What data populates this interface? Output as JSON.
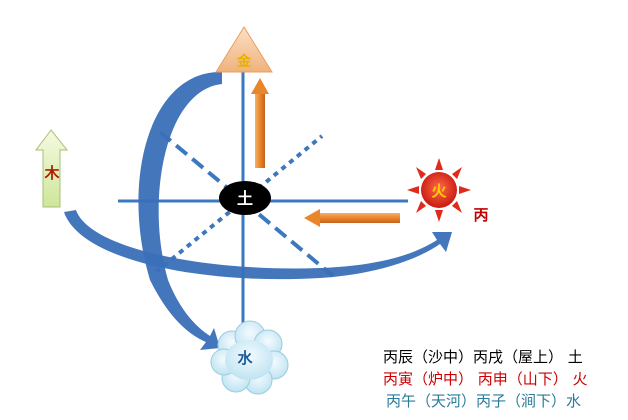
{
  "nodes": {
    "center": {
      "label": "土",
      "color": "#000000",
      "text_color": "#ffffff"
    },
    "top": {
      "label": "金",
      "color": "#f5c9a0",
      "text_color": "#e8b000"
    },
    "left": {
      "label": "木",
      "color": "#e6f2c6",
      "text_color": "#b02000"
    },
    "right": {
      "label": "火",
      "color": "#e02a1a",
      "text_color": "#ffd000",
      "side_label": "丙",
      "side_label_color": "#c00000"
    },
    "bottom": {
      "label": "水",
      "color": "#d7f0f8",
      "text_color": "#1a5a9a"
    }
  },
  "colors": {
    "axis": "#3c78c0",
    "curve_arrow": "#3a6fb8",
    "orange_arrow": "#e8862c"
  },
  "legend": {
    "lines": [
      {
        "text": "丙辰（沙中）丙戌（屋上） 土",
        "color": "#000000"
      },
      {
        "text": "丙寅（炉中） 丙申（山下）  火",
        "color": "#cc0000"
      },
      {
        "text": "丙午（天河）丙子（涧下）水",
        "color": "#2a7b9b"
      }
    ]
  }
}
